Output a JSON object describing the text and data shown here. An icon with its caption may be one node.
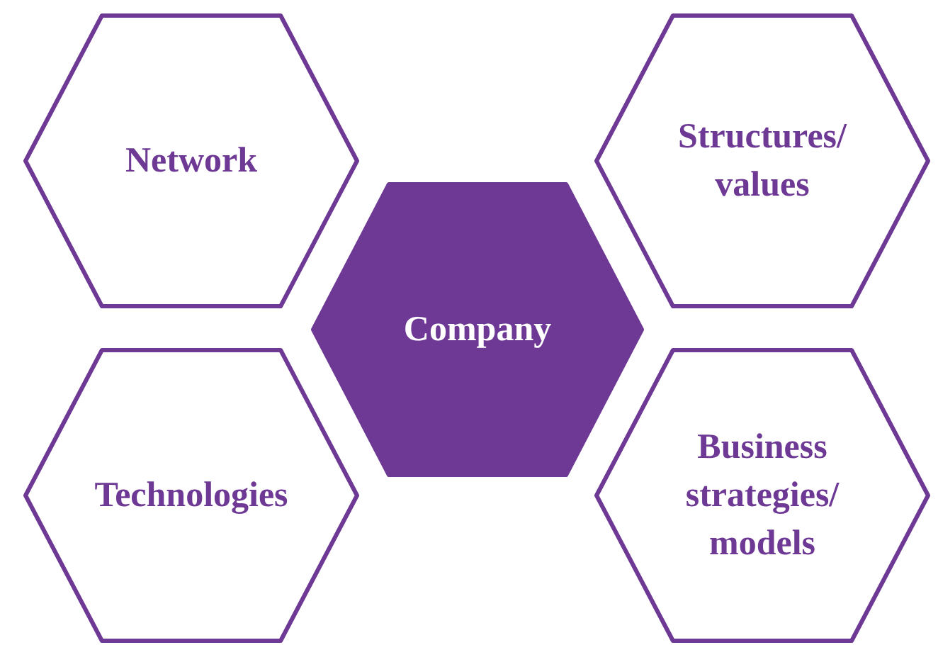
{
  "diagram": {
    "nodes": [
      {
        "text": [
          "Network"
        ]
      },
      {
        "text": [
          "Structures/ values"
        ]
      },
      {
        "text": [
          "Company"
        ]
      },
      {
        "text": [
          "Technologies"
        ]
      },
      {
        "text": [
          "Business strategies/ models"
        ]
      }
    ]
  }
}
